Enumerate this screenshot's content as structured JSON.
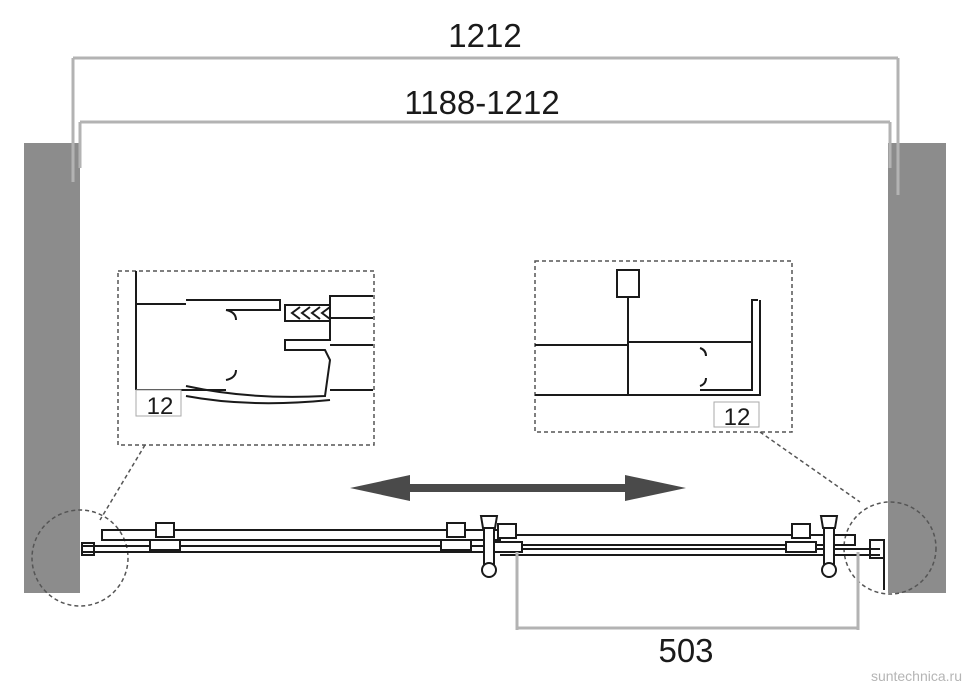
{
  "dimensions": {
    "overall_width": "1212",
    "adjustable_range": "1188-1212",
    "passage_width": "503"
  },
  "details": {
    "left_callout_value": "12",
    "right_callout_value": "12"
  },
  "direction_icon": "double-headed-arrow",
  "colors": {
    "wall": "#8c8c8c",
    "dimension_line": "#b3b3b3",
    "drawing_line": "#1a1a1a",
    "arrow": "#4a4a4a"
  },
  "watermark": "suntechnica.ru"
}
